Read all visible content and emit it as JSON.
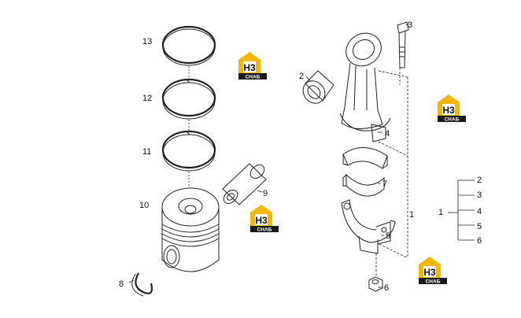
{
  "callouts": {
    "c13": "13",
    "c12": "12",
    "c11": "11",
    "c10": "10",
    "c9": "9",
    "c8": "8",
    "c2": "2",
    "c3": "3",
    "c4": "4",
    "c7": "7",
    "c1": "1",
    "c5": "5",
    "c6": "6"
  },
  "legend": {
    "main": "1",
    "items": [
      "2",
      "3",
      "4",
      "5",
      "6"
    ]
  },
  "watermark": {
    "big": "H3",
    "small": "CHAБ",
    "brand_color": "#f2b705"
  }
}
